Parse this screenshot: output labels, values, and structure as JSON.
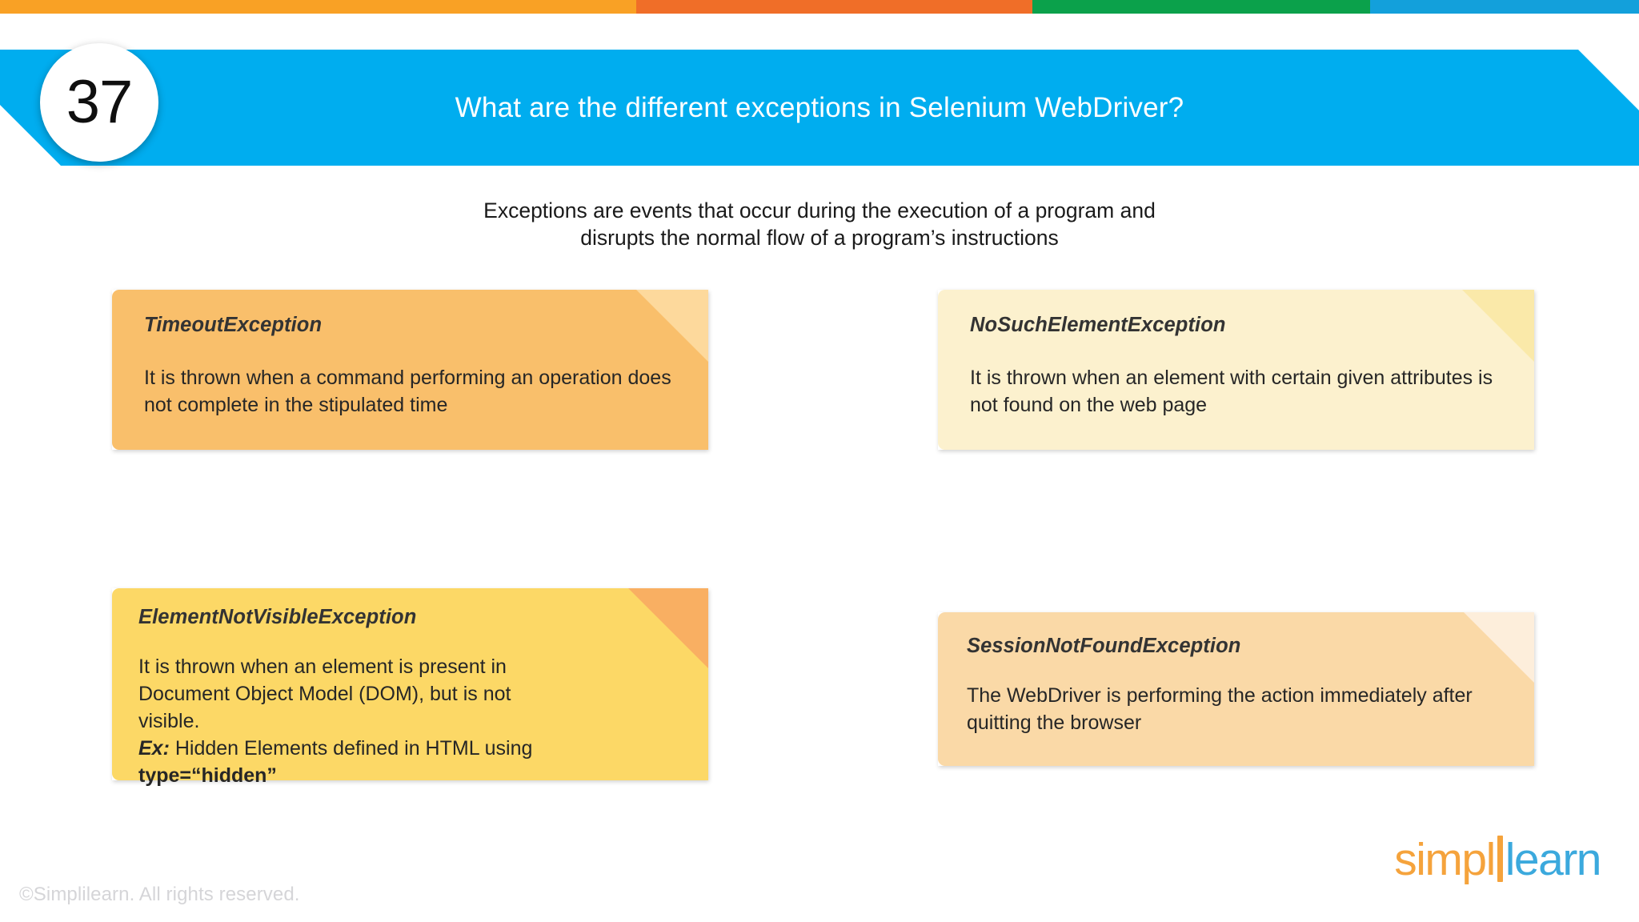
{
  "top_strip": {
    "segments": [
      {
        "name": "orange",
        "color": "#F9A125"
      },
      {
        "name": "deep-orange",
        "color": "#F06E28"
      },
      {
        "name": "green",
        "color": "#0BA14B"
      },
      {
        "name": "blue",
        "color": "#13A0DB"
      }
    ]
  },
  "header": {
    "number": "37",
    "title": "What are the different exceptions in Selenium WebDriver?",
    "banner_color": "#00ADEF"
  },
  "subtitle": {
    "line1": "Exceptions are events that occur during the execution of a program and",
    "line2": "disrupts the normal flow of a program’s instructions"
  },
  "cards": [
    {
      "id": "timeout",
      "title": "TimeoutException",
      "body": "It is thrown when a command performing an operation does not complete in the stipulated time",
      "bg_color": "#F9BF6B",
      "fold_color": "#FDD99C"
    },
    {
      "id": "nosuch",
      "title": "NoSuchElementException",
      "body": "It is thrown when an element with certain given attributes is not found on the web page",
      "bg_color": "#FCF1CE",
      "fold_color": "#FAE9A9"
    },
    {
      "id": "notvisible",
      "title": "ElementNotVisibleException",
      "body_line1": "It is thrown when an element is present in",
      "body_line2": "Document Object Model (DOM), but is not",
      "body_line3": "visible.",
      "ex_label": "Ex:",
      "ex_text": " Hidden Elements defined in HTML using",
      "ex_code": "type=“hidden”",
      "bg_color": "#FCD866",
      "fold_color": "#F9AF62"
    },
    {
      "id": "session",
      "title": "SessionNotFoundException",
      "body": "The WebDriver is performing the action immediately after quitting the browser",
      "bg_color": "#FAD9A7",
      "fold_color": "#FDEEDB"
    }
  ],
  "footer": {
    "copyright": "©Simplilearn. All rights reserved.",
    "logo_part1": "simpl",
    "logo_part2": "learn",
    "logo_color1": "#F5A33C",
    "logo_color2": "#3BA9DD"
  }
}
